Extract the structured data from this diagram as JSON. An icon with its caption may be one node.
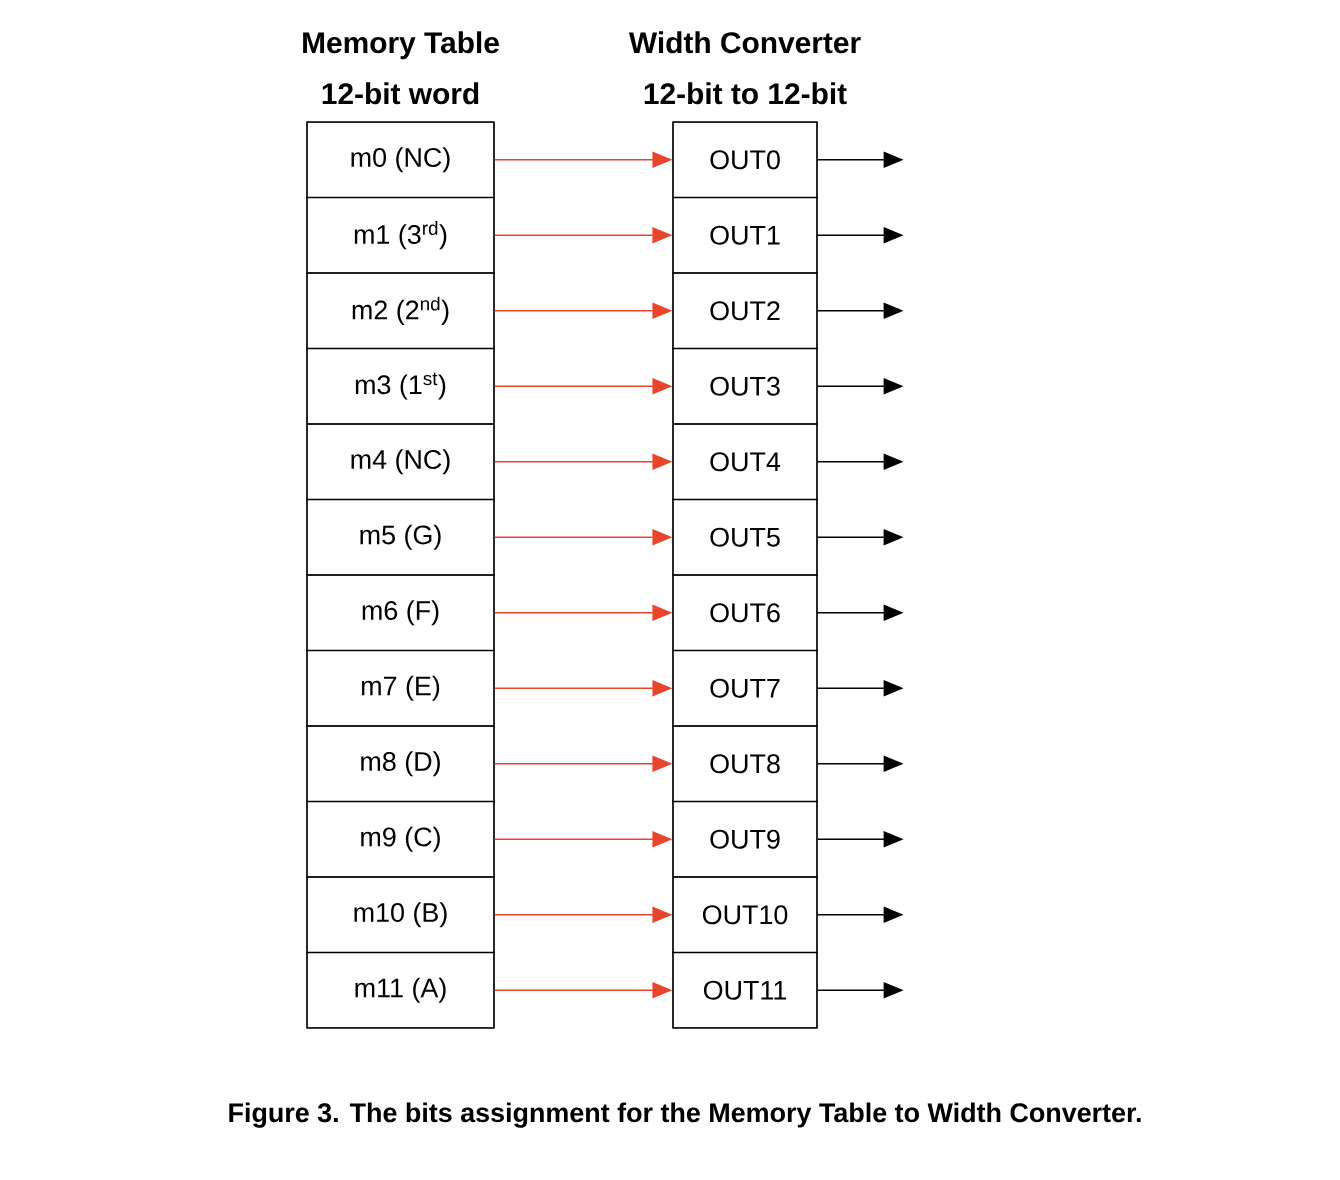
{
  "diagram": {
    "caption": "Figure 3. The bits assignment for the Memory Table to Width Converter.",
    "nodes": [
      {
        "text": [
          "Memory Table",
          "12-bit word"
        ]
      },
      {
        "text": [
          "m0 (NC)"
        ],
        "in": 0
      },
      {
        "text": [
          "m1 (3$^{rd}$)"
        ],
        "in": 0
      },
      {
        "text": [
          "m2 (2$^{nd}$)"
        ],
        "in": 0
      },
      {
        "text": [
          "m3 (1$^{st}$)"
        ],
        "in": 0
      },
      {
        "text": [
          "m4 (NC)"
        ],
        "in": 0
      },
      {
        "text": [
          "m5 (G)"
        ],
        "in": 0
      },
      {
        "text": [
          "m6 (F)"
        ],
        "in": 0
      },
      {
        "text": [
          "m7 (E)"
        ],
        "in": 0
      },
      {
        "text": [
          "m8 (D)"
        ],
        "in": 0
      },
      {
        "text": [
          "m9 (C)"
        ],
        "in": 0
      },
      {
        "text": [
          "m10 (B)"
        ],
        "in": 0
      },
      {
        "text": [
          "m11 (A)"
        ],
        "in": 0
      },
      {
        "text": [
          "Width Converter",
          "12-bit to 12-bit"
        ]
      },
      {
        "text": [
          "OUT0"
        ],
        "in": 13
      },
      {
        "text": [
          "OUT1"
        ],
        "in": 13
      },
      {
        "text": [
          "OUT2"
        ],
        "in": 13
      },
      {
        "text": [
          "OUT3"
        ],
        "in": 13
      },
      {
        "text": [
          "OUT4"
        ],
        "in": 13
      },
      {
        "text": [
          "OUT5"
        ],
        "in": 13
      },
      {
        "text": [
          "OUT6"
        ],
        "in": 13
      },
      {
        "text": [
          "OUT7"
        ],
        "in": 13
      },
      {
        "text": [
          "OUT8"
        ],
        "in": 13
      },
      {
        "text": [
          "OUT9"
        ],
        "in": 13
      },
      {
        "text": [
          "OUT10"
        ],
        "in": 13
      },
      {
        "text": [
          "OUT11"
        ],
        "in": 13
      }
    ],
    "edges": [
      {
        "from": 1,
        "to": 14,
        "arrow": "to",
        "color": "#e8452c"
      },
      {
        "from": 2,
        "to": 15,
        "arrow": "to",
        "color": "#e8452c"
      },
      {
        "from": 3,
        "to": 16,
        "arrow": "to",
        "color": "#e8452c"
      },
      {
        "from": 4,
        "to": 17,
        "arrow": "to",
        "color": "#e8452c"
      },
      {
        "from": 5,
        "to": 18,
        "arrow": "to",
        "color": "#e8452c"
      },
      {
        "from": 6,
        "to": 19,
        "arrow": "to",
        "color": "#e8452c"
      },
      {
        "from": 7,
        "to": 20,
        "arrow": "to",
        "color": "#e8452c"
      },
      {
        "from": 8,
        "to": 21,
        "arrow": "to",
        "color": "#e8452c"
      },
      {
        "from": 9,
        "to": 22,
        "arrow": "to",
        "color": "#e8452c"
      },
      {
        "from": 10,
        "to": 23,
        "arrow": "to",
        "color": "#e8452c"
      },
      {
        "from": 11,
        "to": 24,
        "arrow": "to",
        "color": "#e8452c"
      },
      {
        "from": 12,
        "to": 25,
        "arrow": "to",
        "color": "#e8452c"
      },
      {
        "from": 14,
        "to": null,
        "arrow": "to",
        "color": "#000000"
      },
      {
        "from": 15,
        "to": null,
        "arrow": "to",
        "color": "#000000"
      },
      {
        "from": 16,
        "to": null,
        "arrow": "to",
        "color": "#000000"
      },
      {
        "from": 17,
        "to": null,
        "arrow": "to",
        "color": "#000000"
      },
      {
        "from": 18,
        "to": null,
        "arrow": "to",
        "color": "#000000"
      },
      {
        "from": 19,
        "to": null,
        "arrow": "to",
        "color": "#000000"
      },
      {
        "from": 20,
        "to": null,
        "arrow": "to",
        "color": "#000000"
      },
      {
        "from": 21,
        "to": null,
        "arrow": "to",
        "color": "#000000"
      },
      {
        "from": 22,
        "to": null,
        "arrow": "to",
        "color": "#000000"
      },
      {
        "from": 23,
        "to": null,
        "arrow": "to",
        "color": "#000000"
      },
      {
        "from": 24,
        "to": null,
        "arrow": "to",
        "color": "#000000"
      },
      {
        "from": 25,
        "to": null,
        "arrow": "to",
        "color": "#000000"
      }
    ]
  }
}
